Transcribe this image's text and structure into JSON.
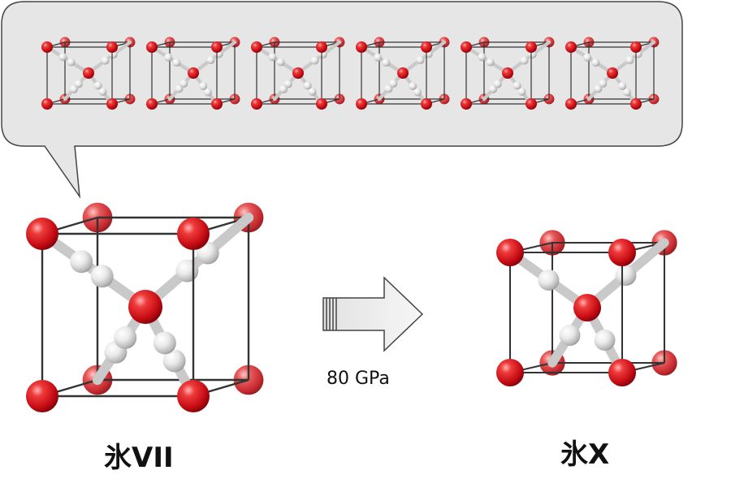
{
  "labels": {
    "ice_vii": "氷VII",
    "ice_x": "氷X",
    "pressure": "80 GPa"
  },
  "colors": {
    "oxygen": "#d2101c",
    "hydrogen": "#f2f2f2",
    "cell_edge": "#333333",
    "callout_fill": "#e6e6e6",
    "callout_stroke": "#444444",
    "arrow_fill": "#eeeeee",
    "arrow_stroke": "#444444"
  },
  "callout": {
    "variant_count": 6
  }
}
